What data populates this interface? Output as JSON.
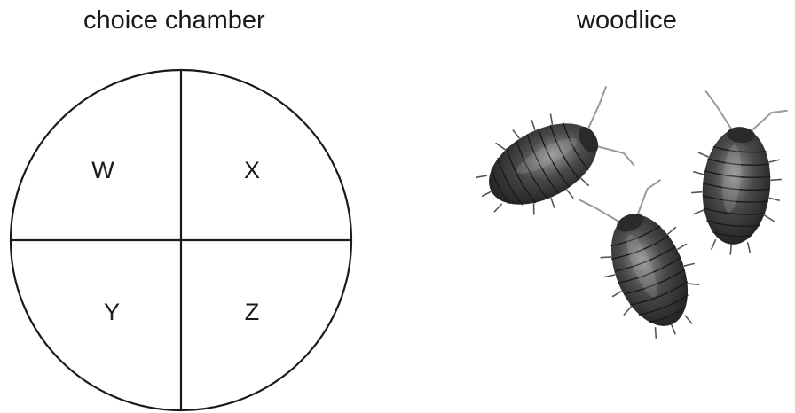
{
  "titles": {
    "chamber": "choice chamber",
    "woodlice": "woodlice"
  },
  "chamber": {
    "quadrants": {
      "top_left": "W",
      "top_right": "X",
      "bottom_left": "Y",
      "bottom_right": "Z"
    }
  },
  "colors": {
    "line": "#1a1a1a",
    "woodlouse_body": "#3a3a3a",
    "woodlouse_segment": "#222222",
    "woodlouse_highlight": "#8a8a8a"
  },
  "woodlice_count": 3
}
